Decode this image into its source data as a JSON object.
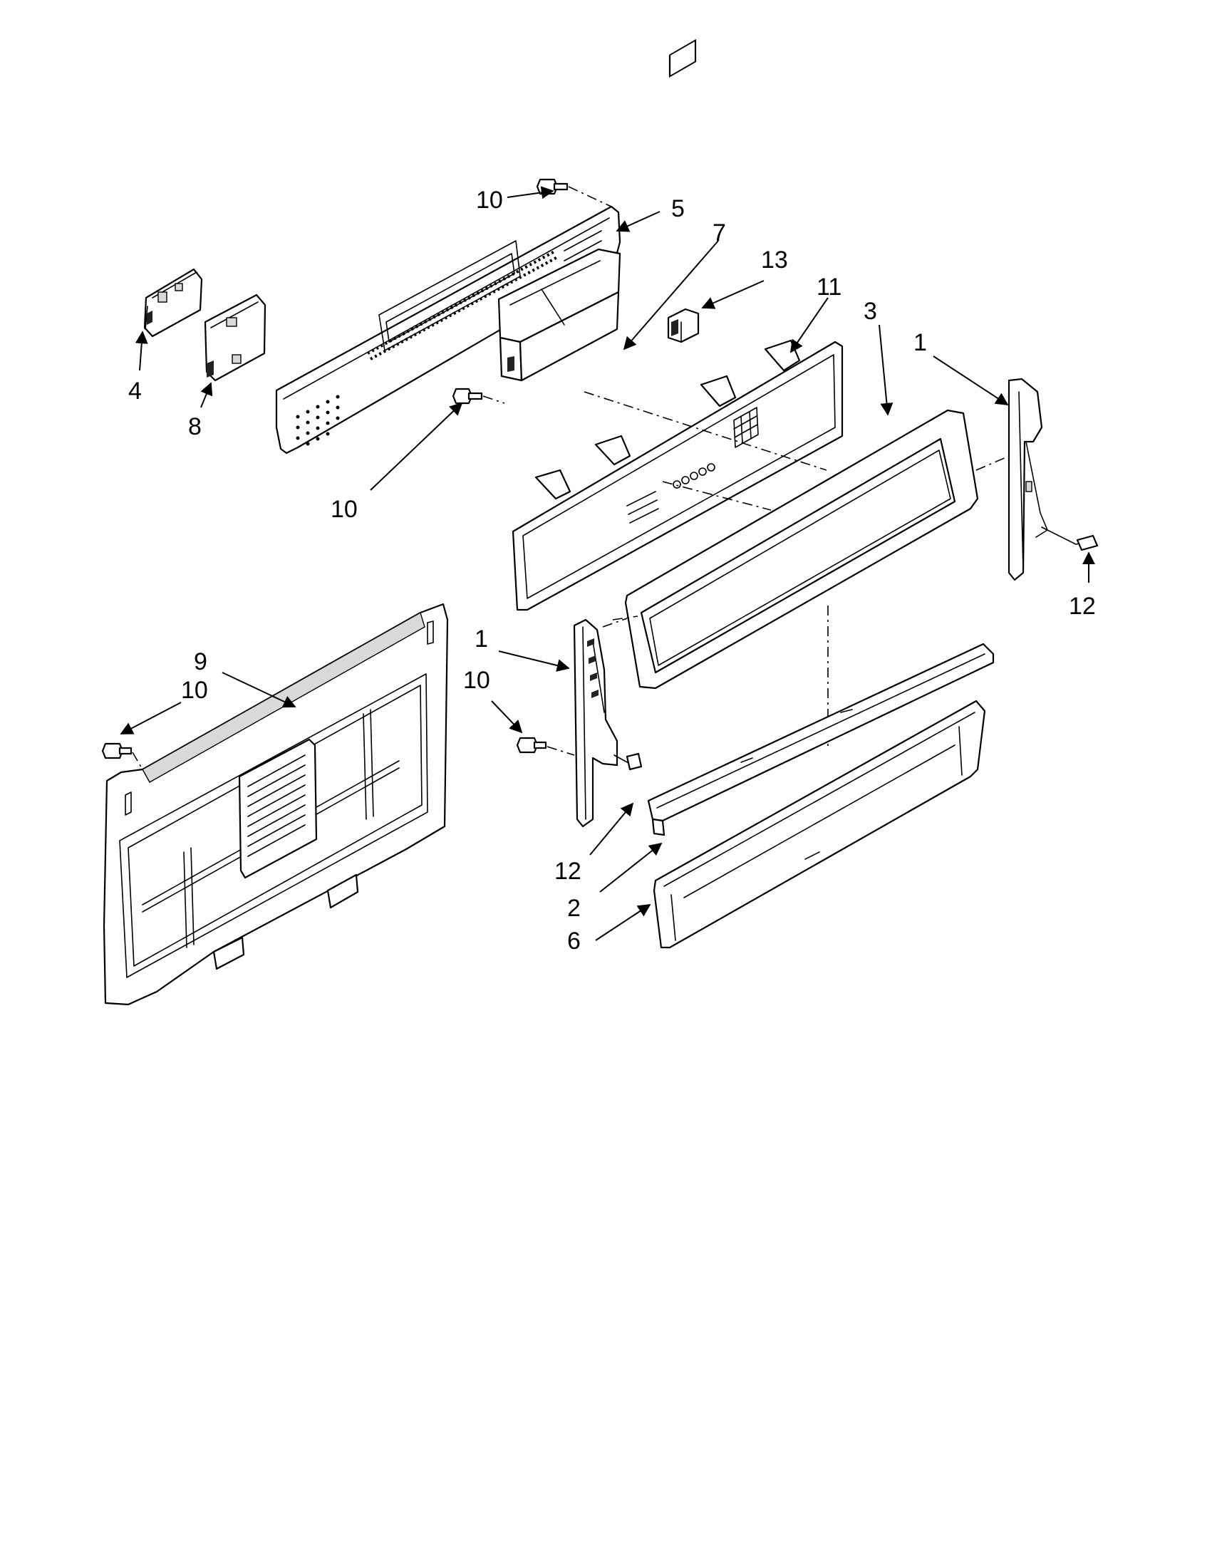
{
  "callouts": [
    {
      "id": "c10a",
      "label": "10"
    },
    {
      "id": "c5",
      "label": "5"
    },
    {
      "id": "c7",
      "label": "7"
    },
    {
      "id": "c13",
      "label": "13"
    },
    {
      "id": "c11",
      "label": "11"
    },
    {
      "id": "c3",
      "label": "3"
    },
    {
      "id": "c1a",
      "label": "1"
    },
    {
      "id": "c4",
      "label": "4"
    },
    {
      "id": "c8",
      "label": "8"
    },
    {
      "id": "c10b",
      "label": "10"
    },
    {
      "id": "c12a",
      "label": "12"
    },
    {
      "id": "c9",
      "label": "9"
    },
    {
      "id": "c10c",
      "label": "10"
    },
    {
      "id": "c1b",
      "label": "1"
    },
    {
      "id": "c10d",
      "label": "10"
    },
    {
      "id": "c12b",
      "label": "12"
    },
    {
      "id": "c2",
      "label": "2"
    },
    {
      "id": "c6",
      "label": "6"
    }
  ]
}
